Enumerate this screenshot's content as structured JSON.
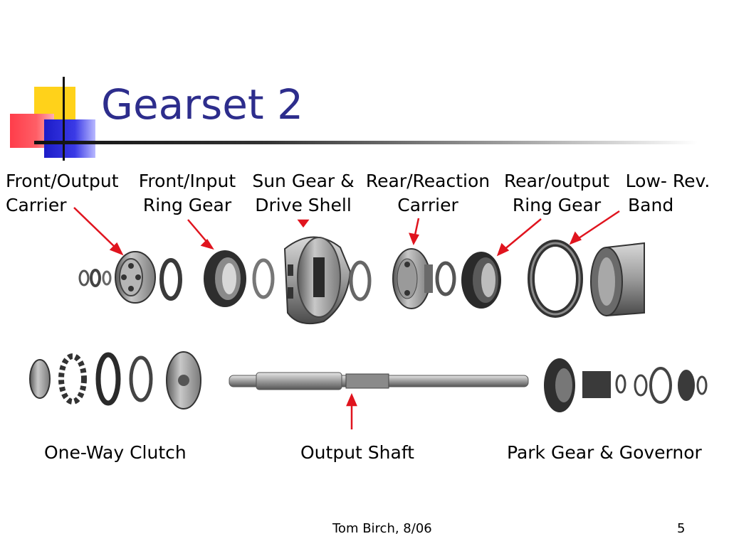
{
  "slide": {
    "title": "Gearset 2",
    "footer": "Tom Birch, 8/06",
    "page_number": "5",
    "colors": {
      "title": "#2d2d8c",
      "arrow": "#e0141e"
    }
  },
  "labels": {
    "front_output_carrier": {
      "line1": "Front/Output",
      "line2": "Carrier"
    },
    "front_input_ring_gear": {
      "line1": "Front/Input",
      "line2": "Ring Gear"
    },
    "sun_gear_drive_shell": {
      "line1": "Sun Gear &",
      "line2": "Drive Shell"
    },
    "rear_reaction_carrier": {
      "line1": "Rear/Reaction",
      "line2": "Carrier"
    },
    "rear_output_ring_gear": {
      "line1": "Rear/output",
      "line2": "Ring Gear"
    },
    "low_rev_band": {
      "line1": "Low- Rev.",
      "line2": "Band"
    },
    "one_way_clutch": "One-Way Clutch",
    "output_shaft": "Output Shaft",
    "park_gear_governor": "Park Gear & Governor"
  }
}
